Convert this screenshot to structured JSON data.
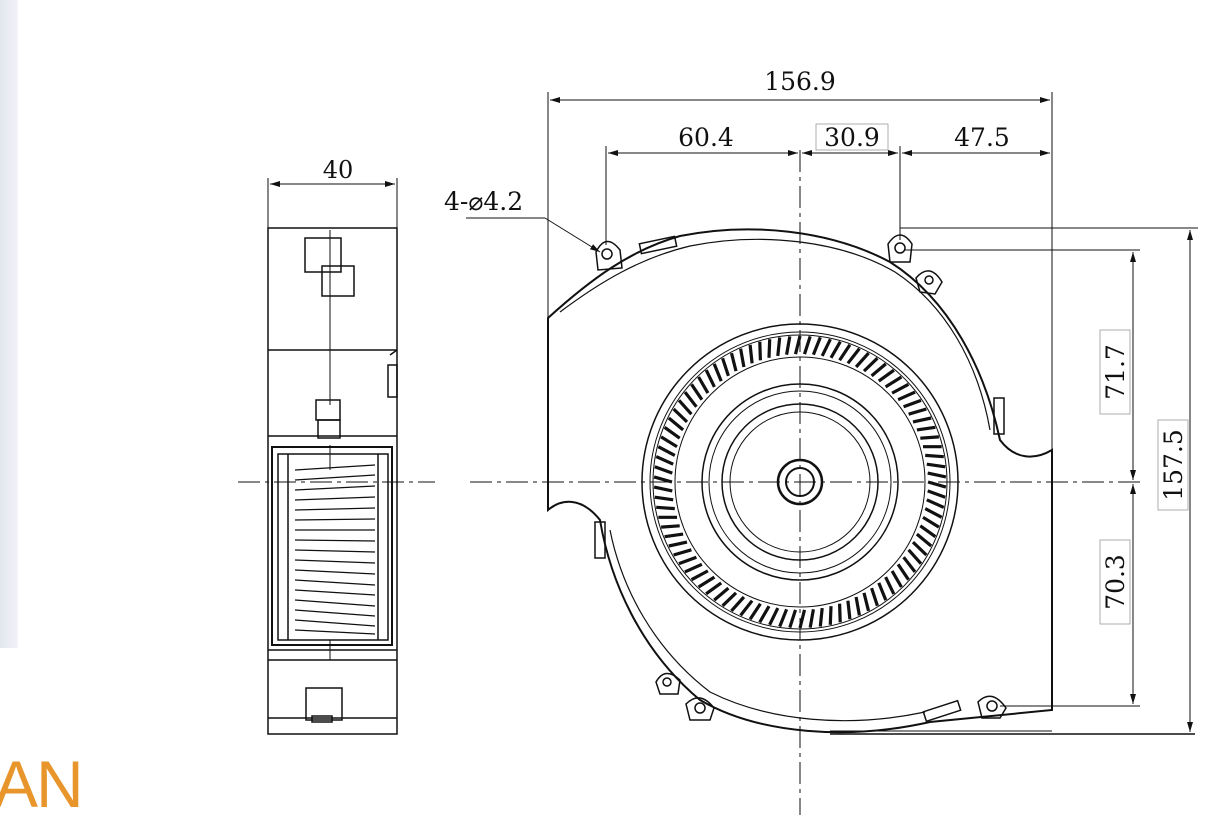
{
  "brand": {
    "logo_text": "AN",
    "color": "#e8952c"
  },
  "colors": {
    "line": "#111111",
    "panel": "#e6e9f0"
  },
  "side_view": {
    "width_dim": "40"
  },
  "front_view": {
    "overall_width": "156.9",
    "hole_spacing_left": "60.4",
    "hole_spacing_mid": "30.9",
    "hole_spacing_right": "47.5",
    "hole_callout": "4-⌀4.2",
    "upper_height": "71.7",
    "lower_height": "70.3",
    "overall_height": "157.5"
  }
}
